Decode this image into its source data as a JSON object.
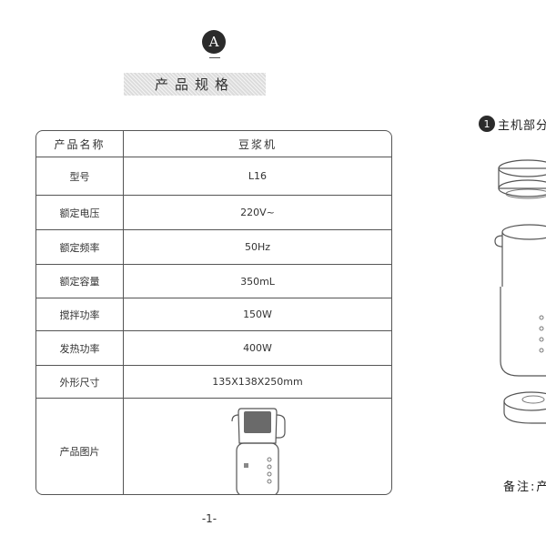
{
  "badge": {
    "letter": "A"
  },
  "section_title": "产品规格",
  "spec_table": {
    "header": {
      "label": "产品名称",
      "value": "豆浆机"
    },
    "rows": [
      {
        "label": "型号",
        "value": "L16"
      },
      {
        "label": "额定电压",
        "value": "220V~"
      },
      {
        "label": "额定频率",
        "value": "50Hz"
      },
      {
        "label": "额定容量",
        "value": "350mL"
      },
      {
        "label": "搅拌功率",
        "value": "150W"
      },
      {
        "label": "发热功率",
        "value": "400W"
      },
      {
        "label": "外形尺寸",
        "value": "135X138X250mm"
      }
    ],
    "image_row": {
      "label": "产品图片"
    }
  },
  "page_number": "-1-",
  "side_panel": {
    "number": "1",
    "title": "主机部分",
    "note": "备注:产"
  },
  "colors": {
    "line": "#555555",
    "title_bg": "#dcdcdc",
    "badge": "#2b2b2b"
  }
}
